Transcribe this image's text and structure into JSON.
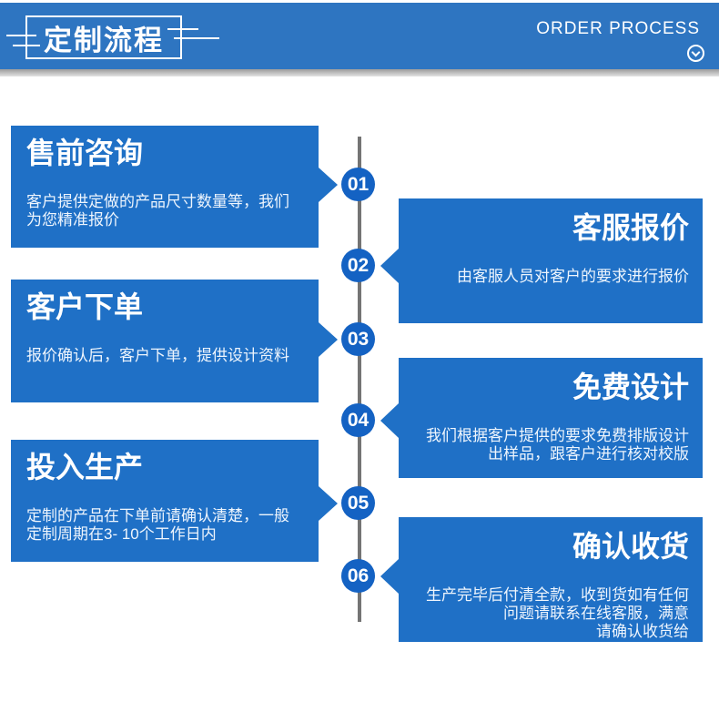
{
  "header": {
    "title": "定制流程",
    "subtitle": "ORDER PROCESS",
    "chevron_icon": "chevron-down-circle-icon"
  },
  "colors": {
    "header_blue": "#2e75c1",
    "block_blue": "#1f70c6",
    "circle_blue": "#1462c3",
    "timeline_gray": "#747474"
  },
  "steps": [
    {
      "number": "01",
      "side": "left",
      "title": "售前咨询",
      "desc": "客户提供定做的产品尺寸数量等，我们\n为您精准报价"
    },
    {
      "number": "02",
      "side": "right",
      "title": "客服报价",
      "desc": "由客服人员对客户的要求进行报价"
    },
    {
      "number": "03",
      "side": "left",
      "title": "客户下单",
      "desc": "报价确认后，客户下单，提供设计资料"
    },
    {
      "number": "04",
      "side": "right",
      "title": "免费设计",
      "desc": "我们根据客户提供的要求免费排版设计\n出样品，跟客户进行核对校版"
    },
    {
      "number": "05",
      "side": "left",
      "title": "投入生产",
      "desc": "定制的产品在下单前请确认清楚，一般\n定制周期在3- 10个工作日内"
    },
    {
      "number": "06",
      "side": "right",
      "title": "确认收货",
      "desc": "生产完毕后付清全款，收到货如有任何\n问题请联系在线客服，满意\n请确认收货给"
    }
  ]
}
